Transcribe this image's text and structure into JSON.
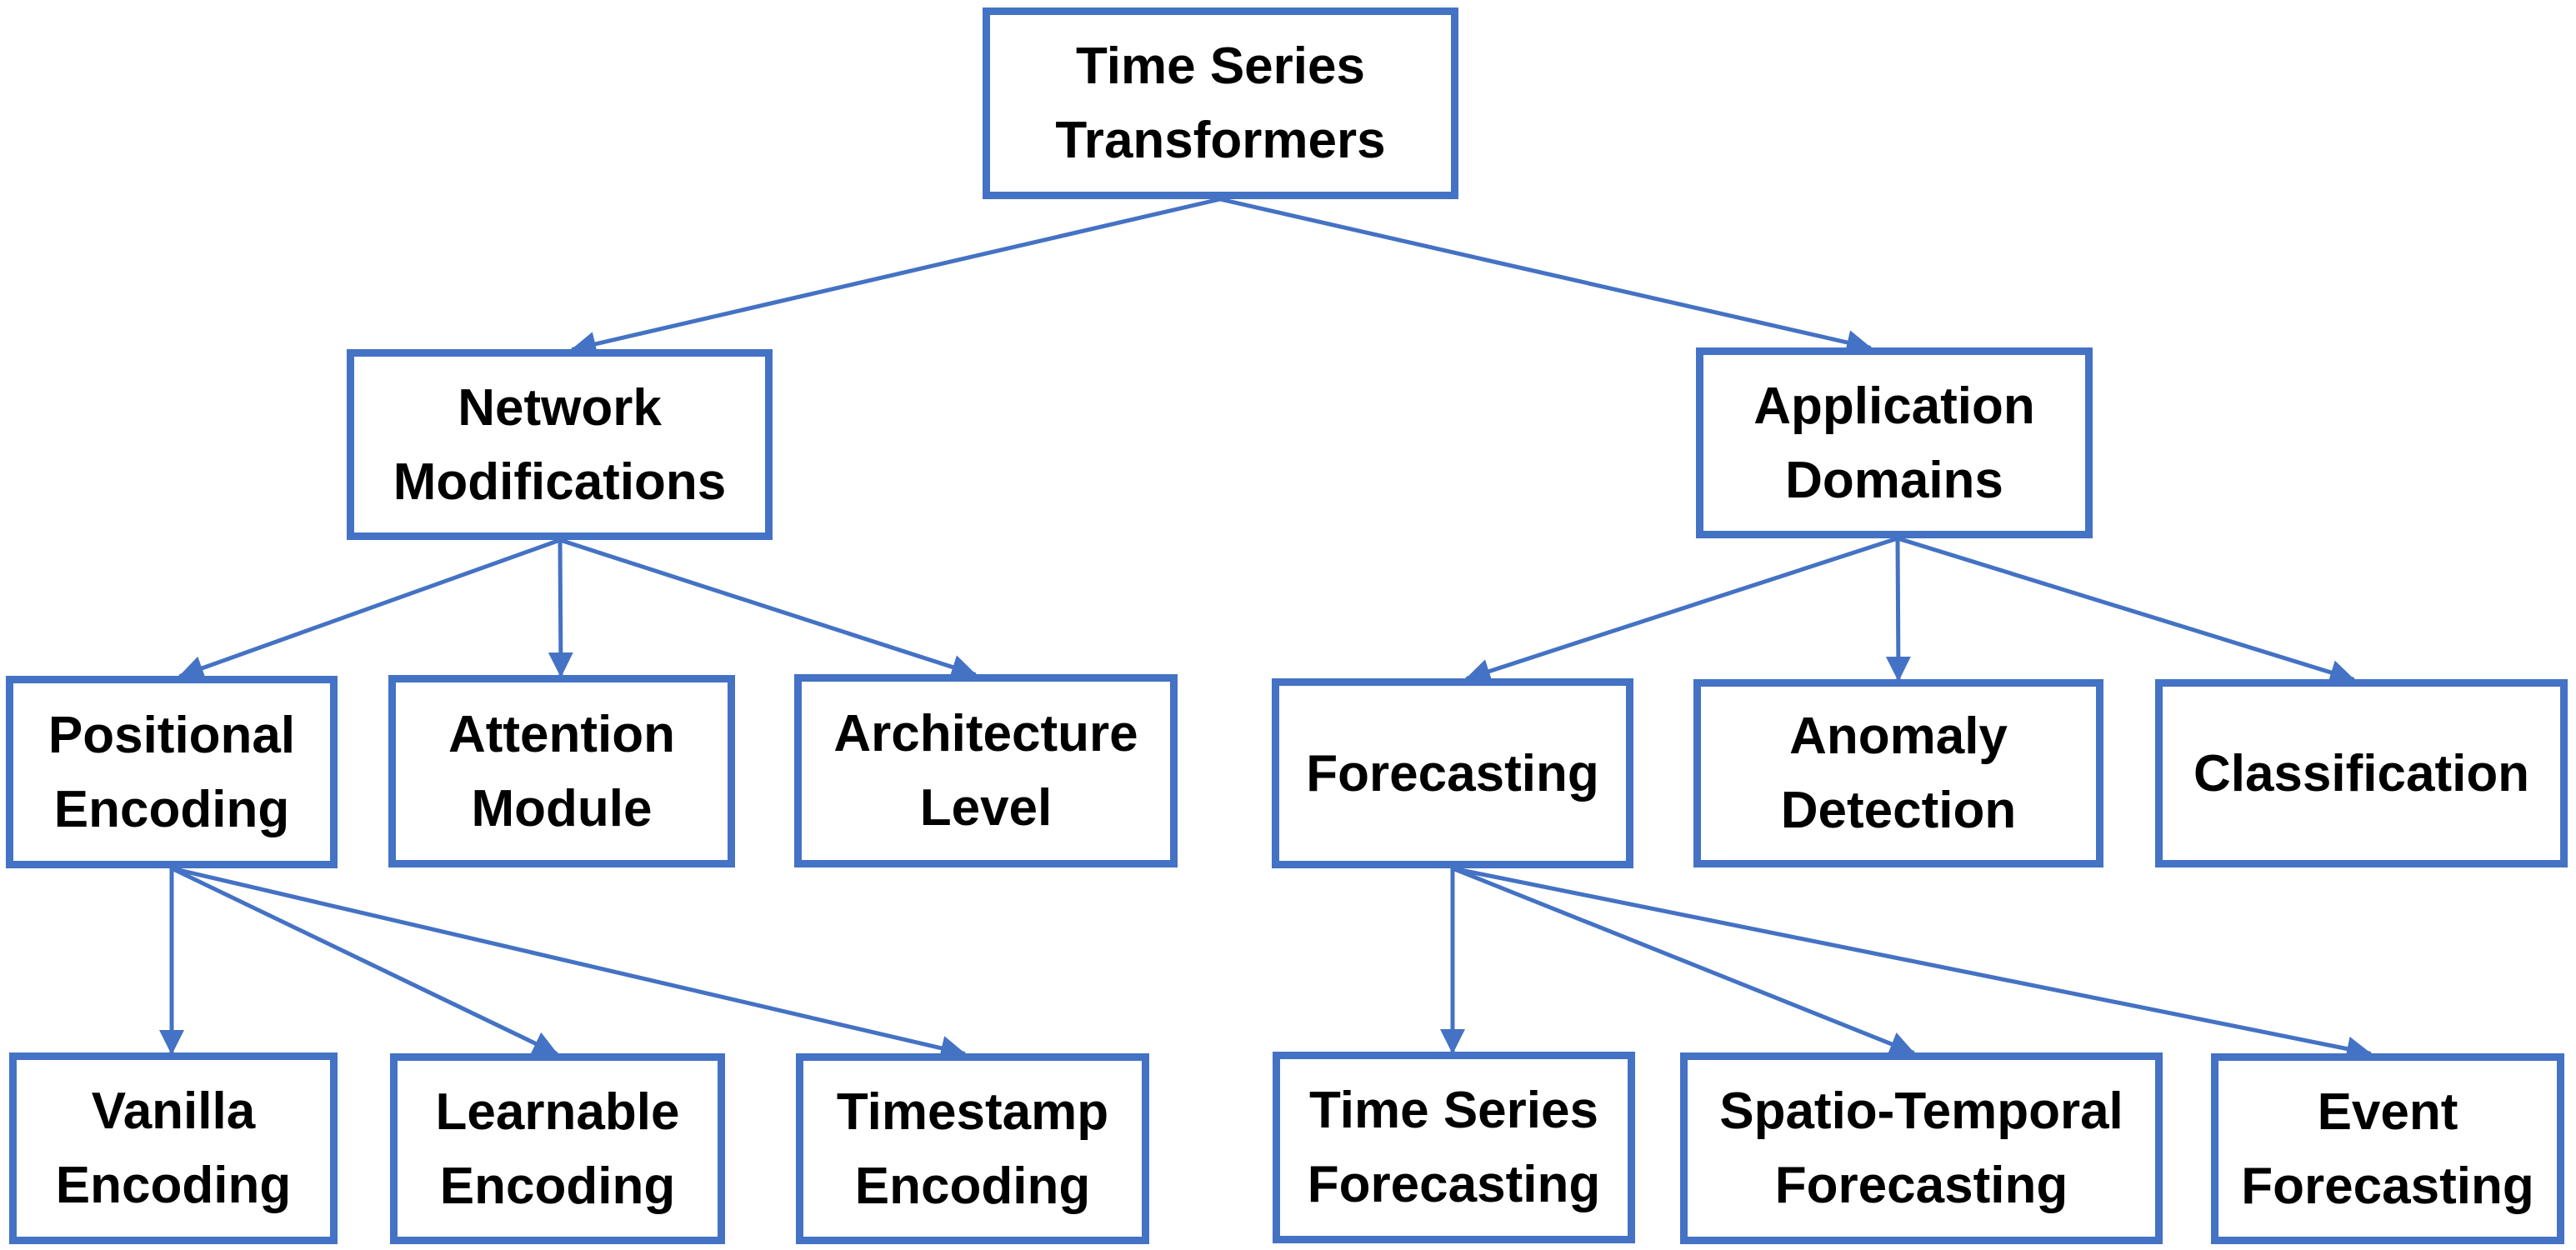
{
  "diagram": {
    "edge_color": "#4472c4",
    "nodes": {
      "root": {
        "label": "Time Series\nTransformers"
      },
      "network_modifications": {
        "label": "Network\nModifications"
      },
      "application_domains": {
        "label": "Application\nDomains"
      },
      "positional_encoding": {
        "label": "Positional\nEncoding"
      },
      "attention_module": {
        "label": "Attention\nModule"
      },
      "architecture_level": {
        "label": "Architecture\nLevel"
      },
      "forecasting": {
        "label": "Forecasting"
      },
      "anomaly_detection": {
        "label": "Anomaly\nDetection"
      },
      "classification": {
        "label": "Classification"
      },
      "vanilla_encoding": {
        "label": "Vanilla\nEncoding"
      },
      "learnable_encoding": {
        "label": "Learnable\nEncoding"
      },
      "timestamp_encoding": {
        "label": "Timestamp\nEncoding"
      },
      "time_series_forecasting": {
        "label": "Time Series\nForecasting"
      },
      "spatio_temporal_forecasting": {
        "label": "Spatio-Temporal\nForecasting"
      },
      "event_forecasting": {
        "label": "Event\nForecasting"
      }
    },
    "edges": [
      {
        "from": "root",
        "to": "network_modifications"
      },
      {
        "from": "root",
        "to": "application_domains"
      },
      {
        "from": "network_modifications",
        "to": "positional_encoding"
      },
      {
        "from": "network_modifications",
        "to": "attention_module"
      },
      {
        "from": "network_modifications",
        "to": "architecture_level"
      },
      {
        "from": "application_domains",
        "to": "forecasting"
      },
      {
        "from": "application_domains",
        "to": "anomaly_detection"
      },
      {
        "from": "application_domains",
        "to": "classification"
      },
      {
        "from": "positional_encoding",
        "to": "vanilla_encoding"
      },
      {
        "from": "positional_encoding",
        "to": "learnable_encoding"
      },
      {
        "from": "positional_encoding",
        "to": "timestamp_encoding"
      },
      {
        "from": "forecasting",
        "to": "time_series_forecasting"
      },
      {
        "from": "forecasting",
        "to": "spatio_temporal_forecasting"
      },
      {
        "from": "forecasting",
        "to": "event_forecasting"
      }
    ]
  }
}
